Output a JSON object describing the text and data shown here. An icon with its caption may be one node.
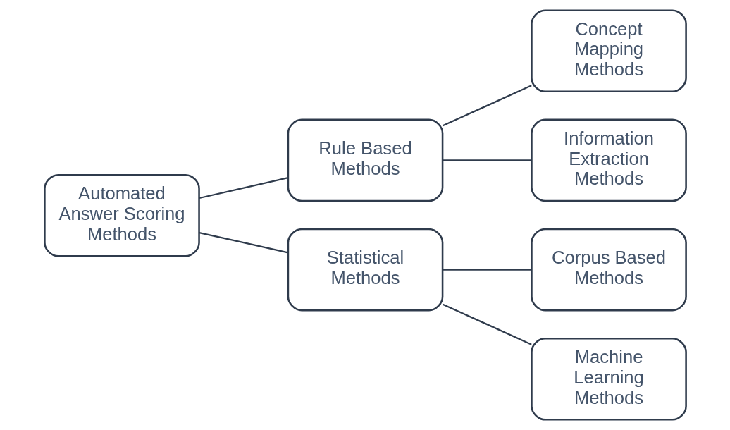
{
  "diagram": {
    "nodes": [
      {
        "text": [
          "Automated Answer Scoring Methods"
        ]
      },
      {
        "text": [
          "Rule Based Methods"
        ]
      },
      {
        "text": [
          "Statistical Methods"
        ]
      },
      {
        "text": [
          "Concept Mapping Methods"
        ]
      },
      {
        "text": [
          "Information Extraction Methods"
        ]
      },
      {
        "text": [
          "Corpus Based Methods"
        ]
      },
      {
        "text": [
          "Machine Learning Methods"
        ]
      }
    ],
    "edges": [
      {
        "from": 0,
        "to": 1,
        "arrow": "none"
      },
      {
        "from": 0,
        "to": 2,
        "arrow": "none"
      },
      {
        "from": 1,
        "to": 3,
        "arrow": "none"
      },
      {
        "from": 1,
        "to": 4,
        "arrow": "none"
      },
      {
        "from": 2,
        "to": 5,
        "arrow": "none"
      },
      {
        "from": 2,
        "to": 6,
        "arrow": "none"
      }
    ]
  }
}
